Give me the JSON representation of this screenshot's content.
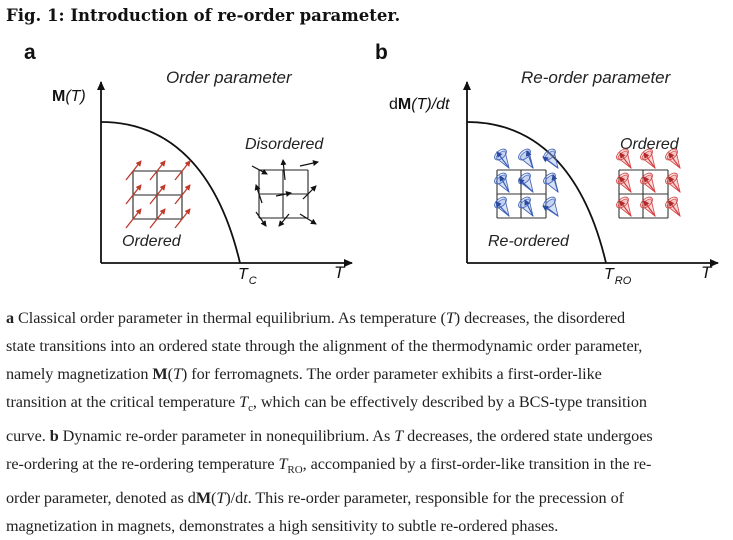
{
  "figure": {
    "title": "Fig. 1: Introduction of re-order parameter.",
    "panel_a": {
      "letter": "a",
      "heading": "Order parameter",
      "y_axis_label_bold": "M",
      "y_axis_label_rest": "(T)",
      "x_axis_label": "T",
      "critical_label_main": "T",
      "critical_label_sub": "C",
      "region_low_label": "Ordered",
      "region_high_label": "Disordered"
    },
    "panel_b": {
      "letter": "b",
      "heading": "Re-order parameter",
      "y_axis_label_pre": "d",
      "y_axis_label_bold": "M",
      "y_axis_label_rest": "(T)/dt",
      "x_axis_label": "T",
      "critical_label_main": "T",
      "critical_label_sub": "RO",
      "region_low_label": "Re-ordered",
      "region_high_label": "Ordered"
    },
    "colors": {
      "ordered_arrow": "#c0392b",
      "reordered_cone": "#3b5fb5",
      "ordered_cone": "#d14040",
      "axis": "#111111"
    }
  },
  "caption": {
    "line1": {
      "a_label": "a",
      "text": " Classical order parameter in thermal equilibrium. As temperature (",
      "t_sym": "T",
      "text2": ") decreases, the disordered"
    },
    "line2": "state transitions into an ordered state through the alignment of the thermodynamic order parameter,",
    "line3": {
      "pre": "namely magnetization ",
      "m_bold": "M",
      "open": "(",
      "t_sym": "T",
      "post": ") for ferromagnets. The order parameter exhibits a first-order-like"
    },
    "line4": {
      "pre": "transition at the critical temperature ",
      "t_sym": "T",
      "sub": "c",
      "post": ", which can be effectively described by a BCS-type transition"
    },
    "line5": {
      "pre": "curve. ",
      "b_label": "b",
      "text": " Dynamic re-order parameter in nonequilibrium. As ",
      "t_sym": "T",
      "post": " decreases, the ordered state undergoes"
    },
    "line6": {
      "pre": "re-ordering at the re-ordering temperature ",
      "t_sym": "T",
      "sub": "RO",
      "post": ", accompanied by a first-order-like transition in the re-"
    },
    "line7": {
      "pre": "order parameter, denoted as d",
      "m_bold": "M",
      "open": "(",
      "t_sym": "T",
      "mid": ")/d",
      "t2": "t",
      "post": ". This re-order parameter, responsible for the precession of"
    },
    "line8": "magnetization in magnets, demonstrates a high sensitivity to subtle re-ordered phases."
  }
}
